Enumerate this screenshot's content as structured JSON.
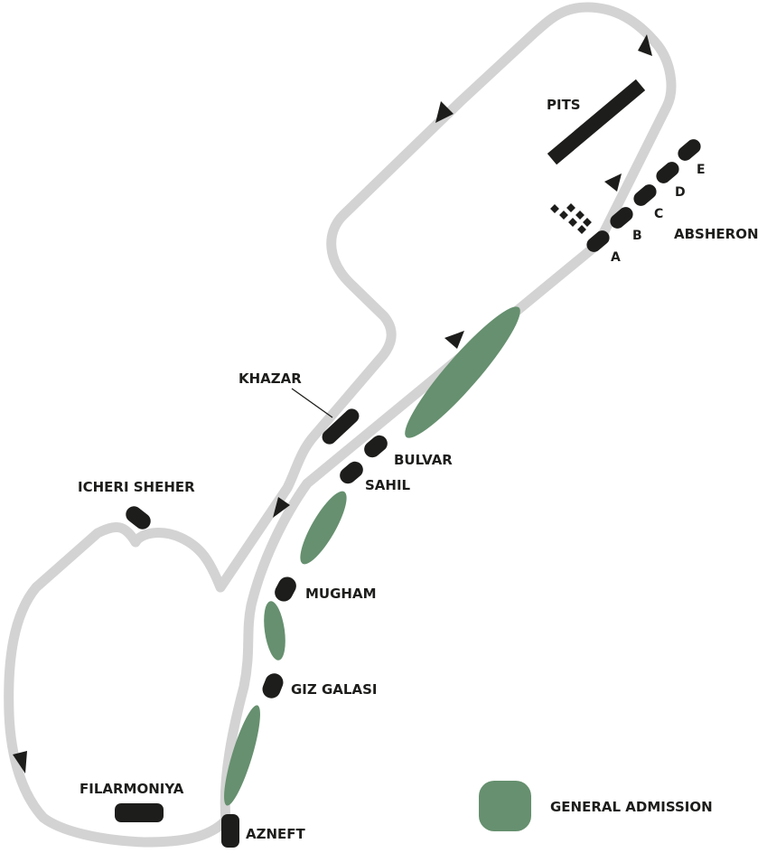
{
  "map": {
    "pits_label": "PITS",
    "grandstands": {
      "absheron": "ABSHERON",
      "khazar": "KHAZAR",
      "bulvar": "BULVAR",
      "sahil": "SAHIL",
      "icheri_sheher": "ICHERI SHEHER",
      "mugham": "MUGHAM",
      "giz_galasi": "GIZ GALASI",
      "filarmoniya": "FILARMONIYA",
      "azneft": "AZNEFT"
    },
    "absheron_sections": [
      "A",
      "B",
      "C",
      "D",
      "E"
    ]
  },
  "legend": {
    "general_admission": "GENERAL ADMISSION"
  },
  "colors": {
    "track": "#d3d3d3",
    "stand": "#1d1d1b",
    "general_admission": "#66906f"
  }
}
